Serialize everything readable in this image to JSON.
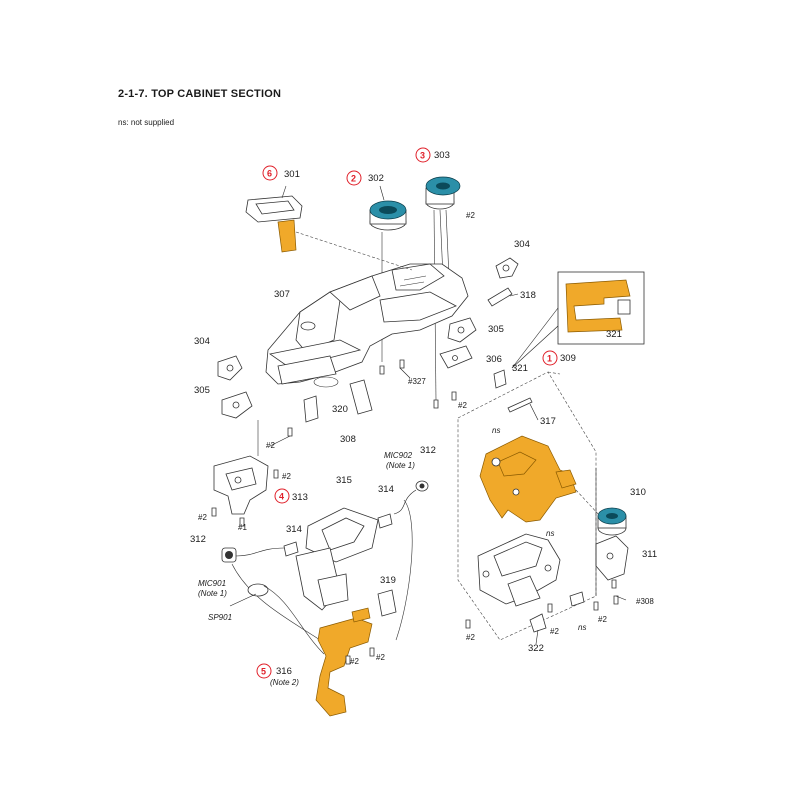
{
  "title": "2-1-7. TOP CABINET SECTION",
  "note": "ns: not supplied",
  "markers": [
    "1",
    "2",
    "3",
    "4",
    "5",
    "6"
  ],
  "labels": {
    "p301": "301",
    "p302": "302",
    "p303": "303",
    "p304a": "304",
    "p304b": "304",
    "p305a": "305",
    "p305b": "305",
    "p306": "306",
    "p307": "307",
    "p308": "308",
    "p309": "309",
    "p310": "310",
    "p311": "311",
    "p312a": "312",
    "p312b": "312",
    "p313": "313",
    "p314a": "314",
    "p314b": "314",
    "p315": "315",
    "p316": "316",
    "p317": "317",
    "p318": "318",
    "p319": "319",
    "p320": "320",
    "p321a": "321",
    "p321b": "321",
    "p322": "322"
  },
  "screws": {
    "s2a": "#2",
    "s2b": "#2",
    "s2c": "#2",
    "s2d": "#2",
    "s2e": "#2",
    "s2f": "#2",
    "s2g": "#2",
    "s2h": "#2",
    "s2i": "#2",
    "s2j": "#2",
    "s1a": "#1",
    "s327": "#327",
    "s308": "#308"
  },
  "ns_labels": [
    "ns",
    "ns",
    "ns"
  ],
  "components": {
    "mic902": "MIC902",
    "mic902_note": "(Note 1)",
    "mic901": "MIC901",
    "mic901_note": "(Note 1)",
    "sp901": "SP901",
    "note2": "(Note 2)"
  }
}
